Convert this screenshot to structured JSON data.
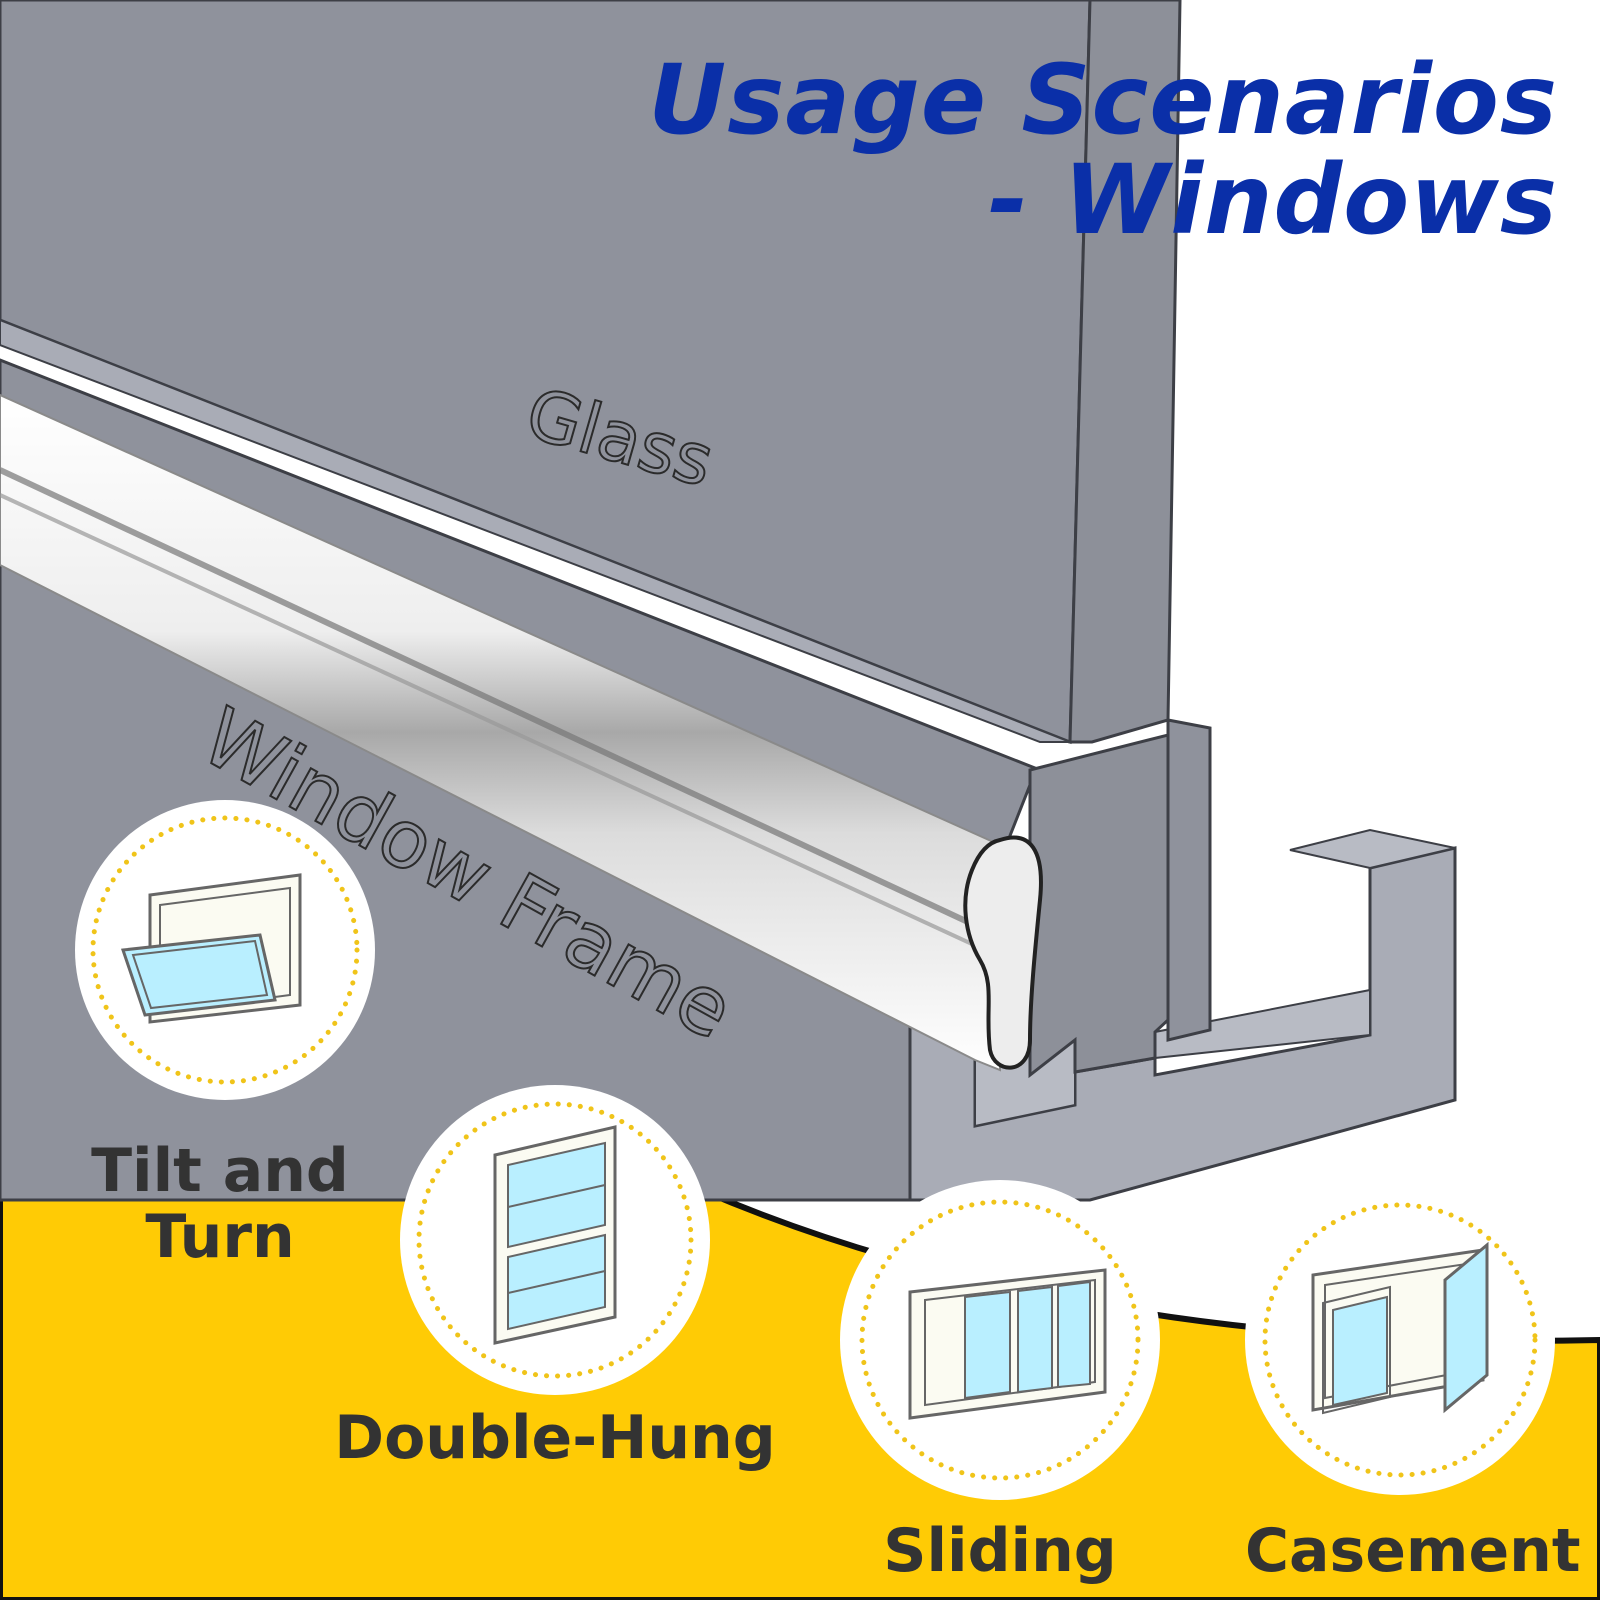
{
  "title": {
    "line1": "Usage Scenarios",
    "line2": "- Windows"
  },
  "diagram": {
    "glass_label": "Glass",
    "frame_label": "Window Frame"
  },
  "window_types": [
    {
      "label_line1": "Tilt and",
      "label_line2": "Turn",
      "icon": "tilt-and-turn-window-icon"
    },
    {
      "label_line1": "Double-Hung",
      "label_line2": "",
      "icon": "double-hung-window-icon"
    },
    {
      "label_line1": "Sliding",
      "label_line2": "",
      "icon": "sliding-window-icon"
    },
    {
      "label_line1": "Casement",
      "label_line2": "",
      "icon": "casement-window-icon"
    }
  ],
  "colors": {
    "title": "#0a2fa8",
    "background_yellow": "#ffcb05",
    "frame_gray": "#8f929c",
    "glass_gray": "#8f929c",
    "text_dark": "#333333",
    "icon_glass": "#b9efff"
  }
}
